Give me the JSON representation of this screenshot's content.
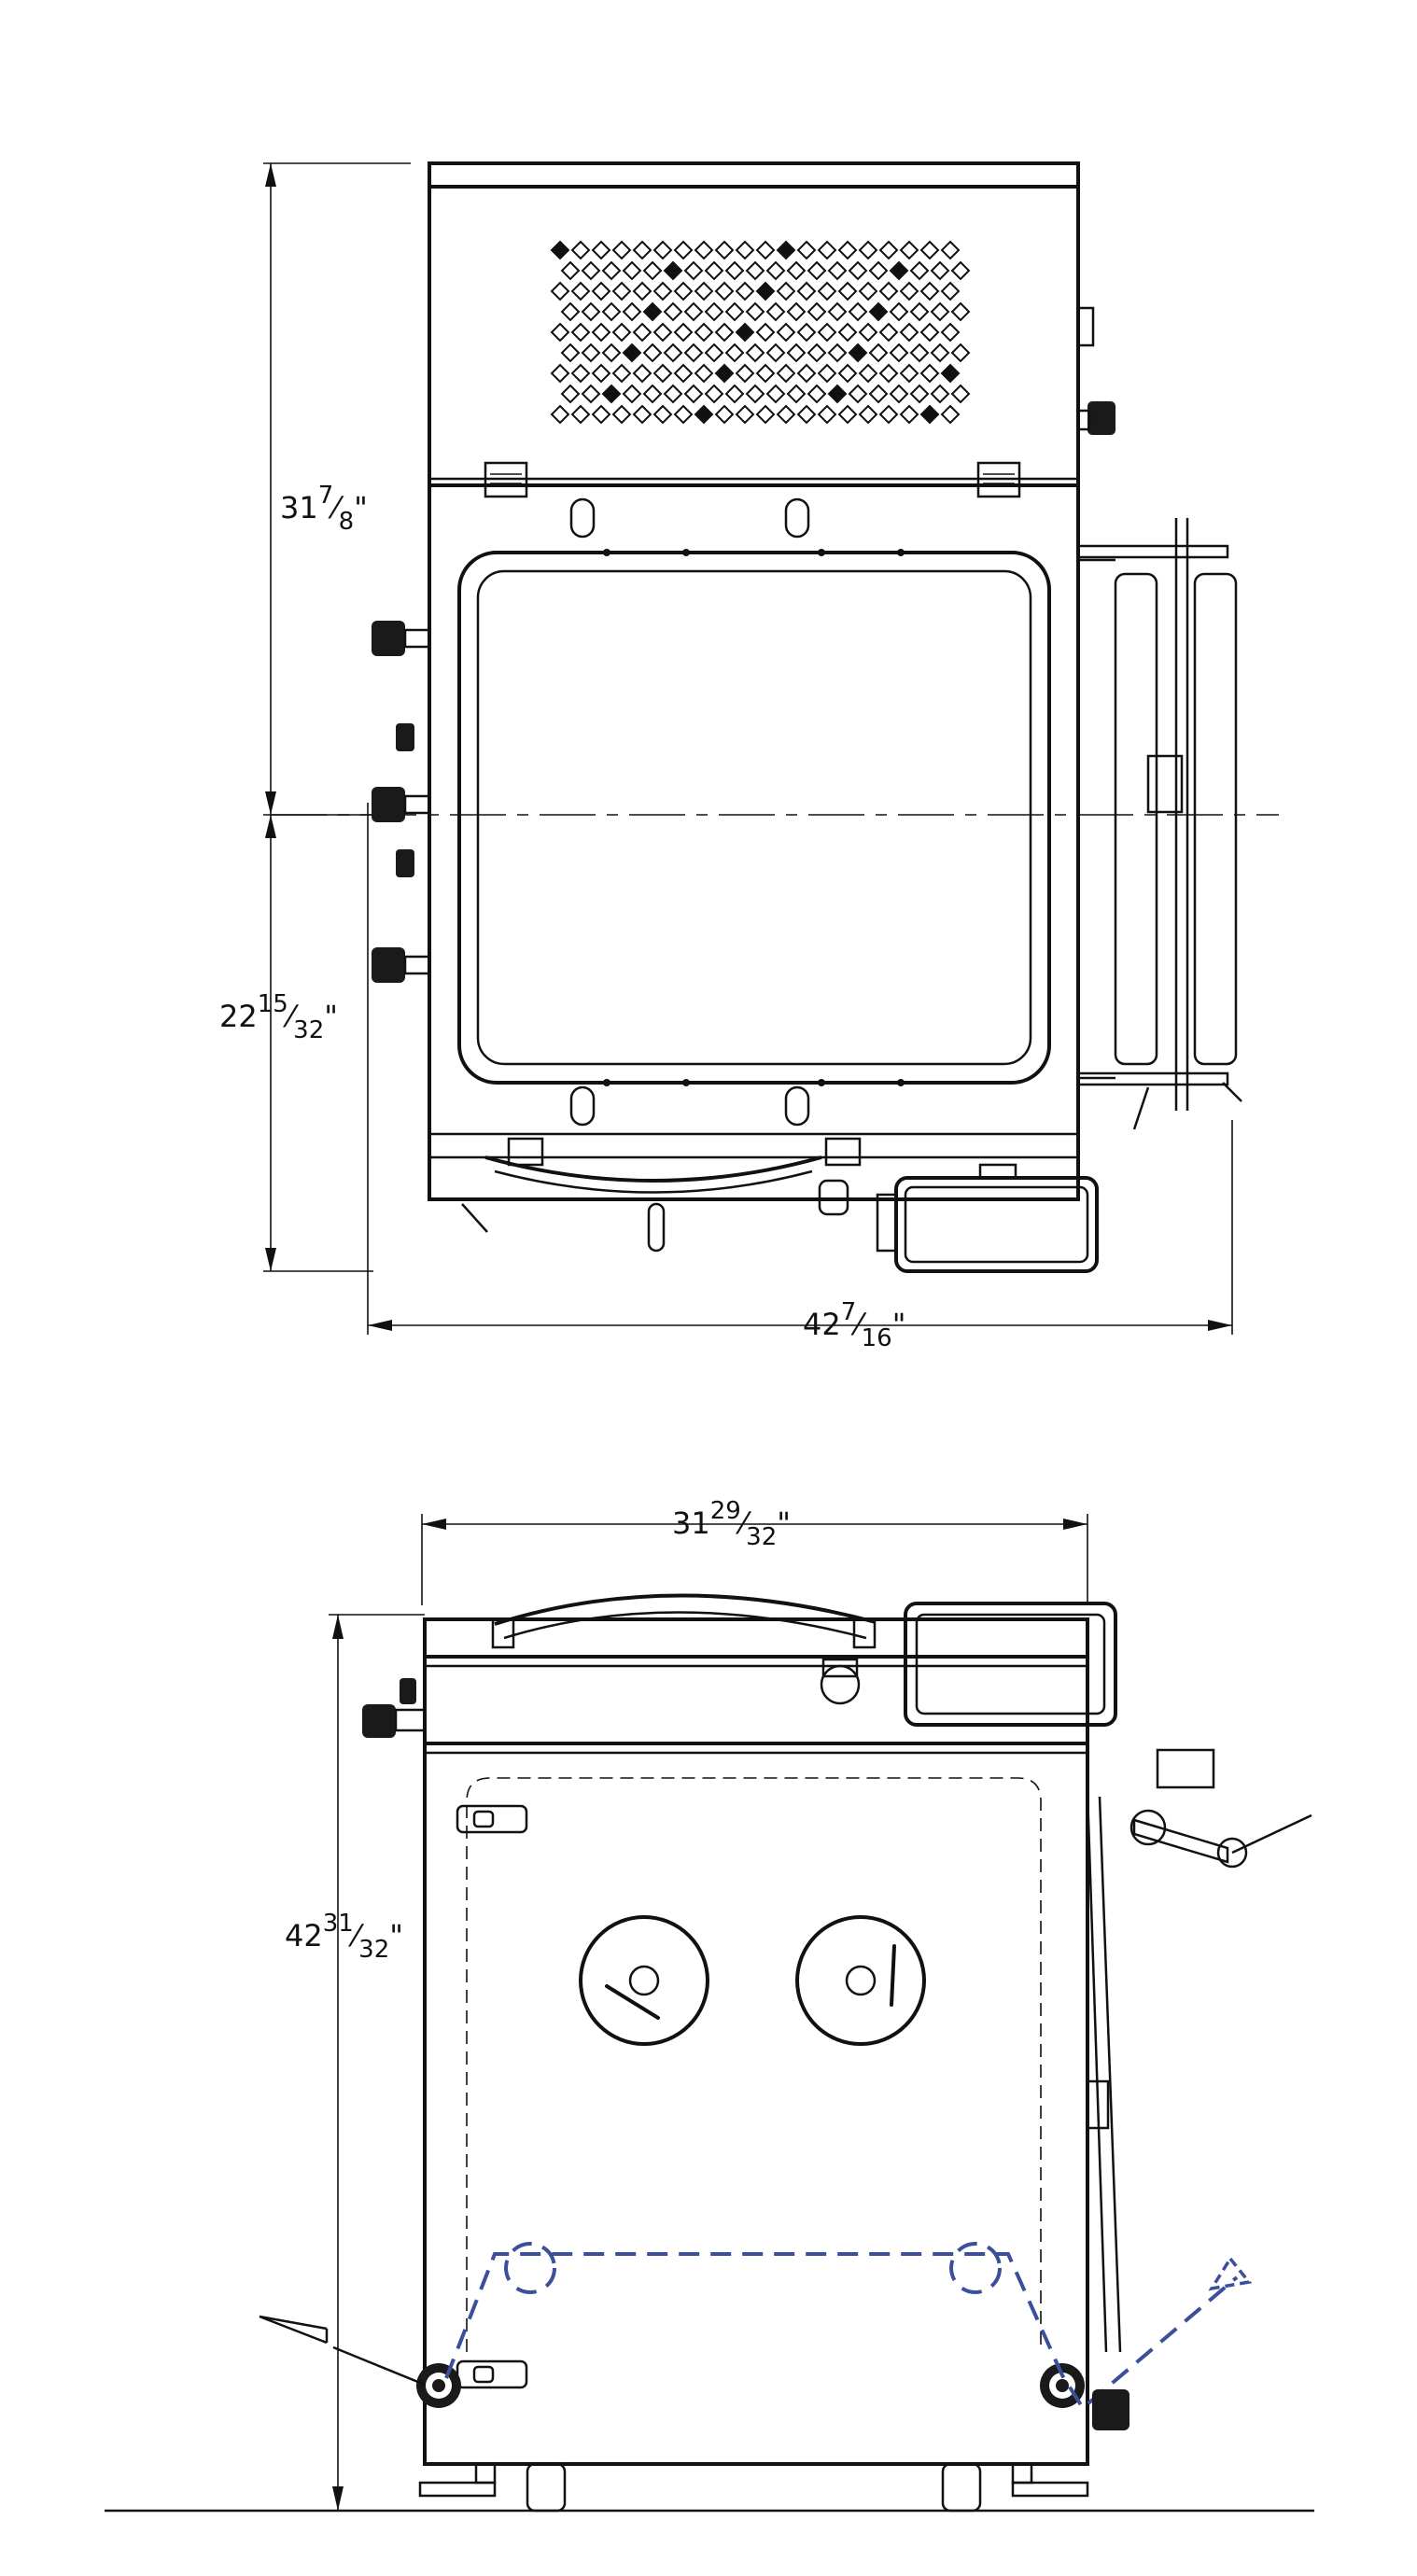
{
  "dimensions": {
    "top_view_height_upper": {
      "whole": "31",
      "num": "7",
      "den": "8",
      "unit": "\""
    },
    "top_view_height_lower": {
      "whole": "22",
      "num": "15",
      "den": "32",
      "unit": "\""
    },
    "top_view_width": {
      "whole": "42",
      "num": "7",
      "den": "16",
      "unit": "\""
    },
    "front_view_width": {
      "whole": "31",
      "num": "29",
      "den": "32",
      "unit": "\""
    },
    "front_view_height": {
      "whole": "42",
      "num": "31",
      "den": "32",
      "unit": "\""
    }
  },
  "colors": {
    "line": "#111111",
    "web_path": "#3b4f9b"
  }
}
